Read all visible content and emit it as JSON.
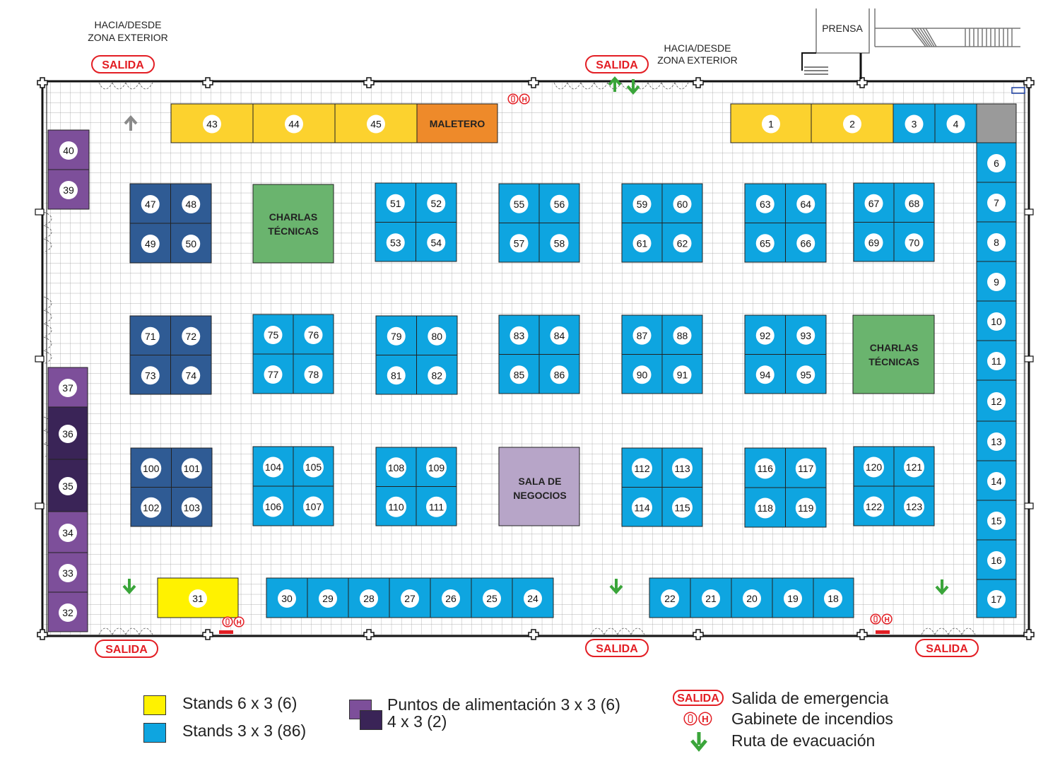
{
  "colors": {
    "yellow": "#fcd22e",
    "yellow_bright": "#fff200",
    "blue": "#0ea5e0",
    "dark_blue": "#2f5b94",
    "orange": "#ee8a2a",
    "green": "#6ab46e",
    "purple": "#7d4f9a",
    "dark_purple": "#3a2457",
    "lilac": "#b7a5c8",
    "gray": "#9a9a9a",
    "red": "#e31e24",
    "arrow_green": "#3aa53a"
  },
  "captions": {
    "top_left": [
      "HACIA/DESDE",
      "ZONA EXTERIOR"
    ],
    "top_center": [
      "HACIA/DESDE",
      "ZONA EXTERIOR"
    ],
    "prensa": "PRENSA"
  },
  "exit_label": "SALIDA",
  "fire_h": "H",
  "rooms": {
    "maletero": "MALETERO",
    "charlas_1": [
      "CHARLAS",
      "TÉCNICAS"
    ],
    "charlas_2": [
      "CHARLAS",
      "TÉCNICAS"
    ],
    "sala": [
      "SALA DE",
      "NEGOCIOS"
    ]
  },
  "stands": [
    {
      "n": "1",
      "c": "yellow"
    },
    {
      "n": "2",
      "c": "yellow"
    },
    {
      "n": "3",
      "c": "blue"
    },
    {
      "n": "4",
      "c": "blue"
    },
    {
      "n": "6",
      "c": "blue"
    },
    {
      "n": "7",
      "c": "blue"
    },
    {
      "n": "8",
      "c": "blue"
    },
    {
      "n": "9",
      "c": "blue"
    },
    {
      "n": "10",
      "c": "blue"
    },
    {
      "n": "11",
      "c": "blue"
    },
    {
      "n": "12",
      "c": "blue"
    },
    {
      "n": "13",
      "c": "blue"
    },
    {
      "n": "14",
      "c": "blue"
    },
    {
      "n": "15",
      "c": "blue"
    },
    {
      "n": "16",
      "c": "blue"
    },
    {
      "n": "17",
      "c": "blue"
    },
    {
      "n": "18",
      "c": "blue"
    },
    {
      "n": "19",
      "c": "blue"
    },
    {
      "n": "20",
      "c": "blue"
    },
    {
      "n": "21",
      "c": "blue"
    },
    {
      "n": "22",
      "c": "blue"
    },
    {
      "n": "24",
      "c": "blue"
    },
    {
      "n": "25",
      "c": "blue"
    },
    {
      "n": "26",
      "c": "blue"
    },
    {
      "n": "27",
      "c": "blue"
    },
    {
      "n": "28",
      "c": "blue"
    },
    {
      "n": "29",
      "c": "blue"
    },
    {
      "n": "30",
      "c": "blue"
    },
    {
      "n": "31",
      "c": "yellow_bright"
    },
    {
      "n": "32",
      "c": "purple"
    },
    {
      "n": "33",
      "c": "purple"
    },
    {
      "n": "34",
      "c": "purple"
    },
    {
      "n": "35",
      "c": "dark_purple"
    },
    {
      "n": "36",
      "c": "dark_purple"
    },
    {
      "n": "37",
      "c": "purple"
    },
    {
      "n": "39",
      "c": "purple"
    },
    {
      "n": "40",
      "c": "purple"
    },
    {
      "n": "43",
      "c": "yellow"
    },
    {
      "n": "44",
      "c": "yellow"
    },
    {
      "n": "45",
      "c": "yellow"
    },
    {
      "n": "47",
      "c": "dark_blue"
    },
    {
      "n": "48",
      "c": "dark_blue"
    },
    {
      "n": "49",
      "c": "dark_blue"
    },
    {
      "n": "50",
      "c": "dark_blue"
    },
    {
      "n": "51",
      "c": "blue"
    },
    {
      "n": "52",
      "c": "blue"
    },
    {
      "n": "53",
      "c": "blue"
    },
    {
      "n": "54",
      "c": "blue"
    },
    {
      "n": "55",
      "c": "blue"
    },
    {
      "n": "56",
      "c": "blue"
    },
    {
      "n": "57",
      "c": "blue"
    },
    {
      "n": "58",
      "c": "blue"
    },
    {
      "n": "59",
      "c": "blue"
    },
    {
      "n": "60",
      "c": "blue"
    },
    {
      "n": "61",
      "c": "blue"
    },
    {
      "n": "62",
      "c": "blue"
    },
    {
      "n": "63",
      "c": "blue"
    },
    {
      "n": "64",
      "c": "blue"
    },
    {
      "n": "65",
      "c": "blue"
    },
    {
      "n": "66",
      "c": "blue"
    },
    {
      "n": "67",
      "c": "blue"
    },
    {
      "n": "68",
      "c": "blue"
    },
    {
      "n": "69",
      "c": "blue"
    },
    {
      "n": "70",
      "c": "blue"
    },
    {
      "n": "71",
      "c": "dark_blue"
    },
    {
      "n": "72",
      "c": "dark_blue"
    },
    {
      "n": "73",
      "c": "dark_blue"
    },
    {
      "n": "74",
      "c": "dark_blue"
    },
    {
      "n": "75",
      "c": "blue"
    },
    {
      "n": "76",
      "c": "blue"
    },
    {
      "n": "77",
      "c": "blue"
    },
    {
      "n": "78",
      "c": "blue"
    },
    {
      "n": "79",
      "c": "blue"
    },
    {
      "n": "80",
      "c": "blue"
    },
    {
      "n": "81",
      "c": "blue"
    },
    {
      "n": "82",
      "c": "blue"
    },
    {
      "n": "83",
      "c": "blue"
    },
    {
      "n": "84",
      "c": "blue"
    },
    {
      "n": "85",
      "c": "blue"
    },
    {
      "n": "86",
      "c": "blue"
    },
    {
      "n": "87",
      "c": "blue"
    },
    {
      "n": "88",
      "c": "blue"
    },
    {
      "n": "90",
      "c": "blue"
    },
    {
      "n": "91",
      "c": "blue"
    },
    {
      "n": "92",
      "c": "blue"
    },
    {
      "n": "93",
      "c": "blue"
    },
    {
      "n": "94",
      "c": "blue"
    },
    {
      "n": "95",
      "c": "blue"
    },
    {
      "n": "100",
      "c": "dark_blue"
    },
    {
      "n": "101",
      "c": "dark_blue"
    },
    {
      "n": "102",
      "c": "dark_blue"
    },
    {
      "n": "103",
      "c": "dark_blue"
    },
    {
      "n": "104",
      "c": "blue"
    },
    {
      "n": "105",
      "c": "blue"
    },
    {
      "n": "106",
      "c": "blue"
    },
    {
      "n": "107",
      "c": "blue"
    },
    {
      "n": "108",
      "c": "blue"
    },
    {
      "n": "109",
      "c": "blue"
    },
    {
      "n": "110",
      "c": "blue"
    },
    {
      "n": "111",
      "c": "blue"
    },
    {
      "n": "112",
      "c": "blue"
    },
    {
      "n": "113",
      "c": "blue"
    },
    {
      "n": "114",
      "c": "blue"
    },
    {
      "n": "115",
      "c": "blue"
    },
    {
      "n": "116",
      "c": "blue"
    },
    {
      "n": "117",
      "c": "blue"
    },
    {
      "n": "118",
      "c": "blue"
    },
    {
      "n": "119",
      "c": "blue"
    },
    {
      "n": "120",
      "c": "blue"
    },
    {
      "n": "121",
      "c": "blue"
    },
    {
      "n": "122",
      "c": "blue"
    },
    {
      "n": "123",
      "c": "blue"
    }
  ],
  "legend": {
    "stands_6x3": "Stands 6 x 3 (6)",
    "stands_3x3": "Stands 3 x 3 (86)",
    "alimentacion_1": "Puntos de alimentación 3 x 3 (6)",
    "alimentacion_2": "4 x 3 (2)",
    "salida_badge": "SALIDA",
    "salida_text": "Salida de emergencia",
    "gabinete_text": "Gabinete de incendios",
    "ruta_text": "Ruta de evacuación"
  }
}
